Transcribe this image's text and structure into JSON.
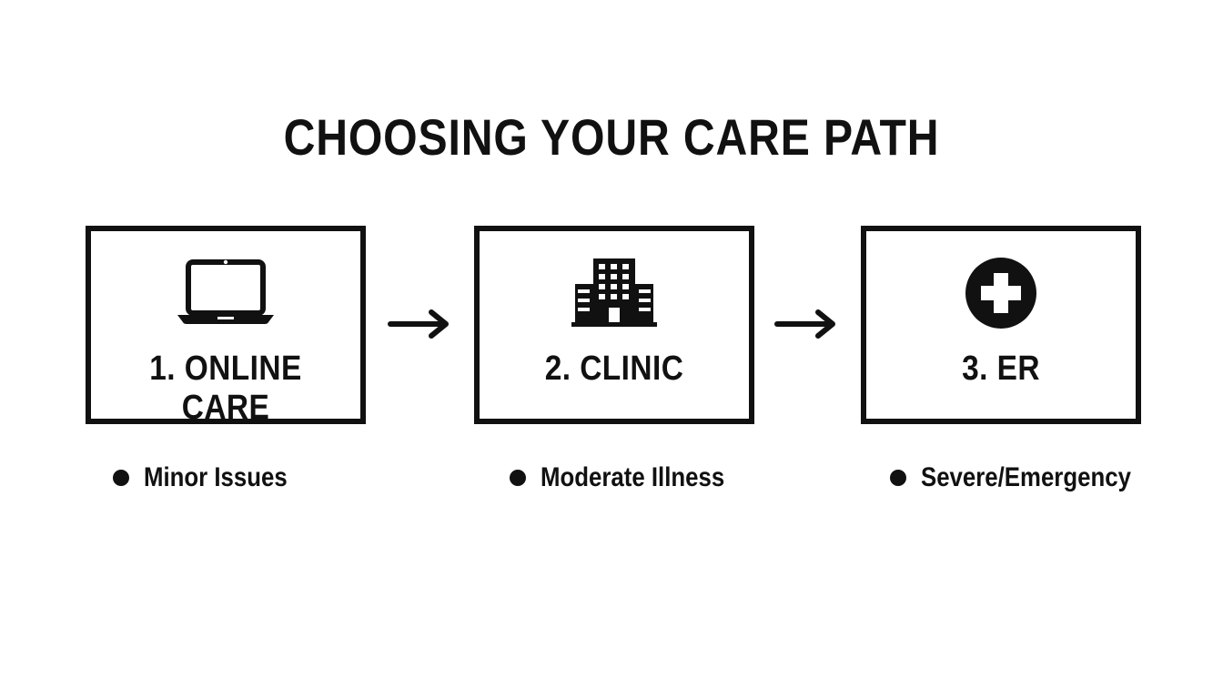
{
  "title": "CHOOSING YOUR CARE PATH",
  "steps": [
    {
      "label": "1. ONLINE CARE",
      "icon": "laptop-icon",
      "bullet": "Minor Issues"
    },
    {
      "label": "2. CLINIC",
      "icon": "building-icon",
      "bullet": "Moderate Illness"
    },
    {
      "label": "3. ER",
      "icon": "medical-cross-icon",
      "bullet": "Severe/Emergency"
    }
  ],
  "colors": {
    "ink": "#111111",
    "background": "#ffffff"
  }
}
